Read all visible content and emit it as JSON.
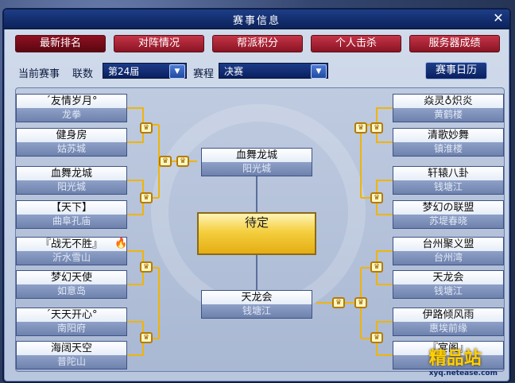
{
  "window": {
    "title": "赛事信息"
  },
  "tabs": [
    "最新排名",
    "对阵情况",
    "帮派积分",
    "个人击杀",
    "服务器成绩"
  ],
  "filters": {
    "current_label": "当前赛事",
    "league_label": "联数",
    "league_value": "第24届",
    "stage_label": "赛程",
    "stage_value": "决赛",
    "calendar_label": "赛事日历"
  },
  "left_teams": [
    {
      "name": "´友情岁月°",
      "server": "龙拳"
    },
    {
      "name": "健身房",
      "server": "姑苏城"
    },
    {
      "name": "血舞龙城",
      "server": "阳光城"
    },
    {
      "name": "【天下】",
      "server": "曲阜孔庙"
    },
    {
      "name": "『战无不胜』",
      "server": "沂水雪山"
    },
    {
      "name": "梦幻天使",
      "server": "如意岛"
    },
    {
      "name": "´天天开心°",
      "server": "南阳府"
    },
    {
      "name": "海阔天空",
      "server": "普陀山"
    }
  ],
  "right_teams": [
    {
      "name": "焱灵♁炽炎",
      "server": "黄鹤楼"
    },
    {
      "name": "清歌妙舞",
      "server": "镇淮楼"
    },
    {
      "name": "轩辕八卦",
      "server": "钱塘江"
    },
    {
      "name": "梦幻の联盟",
      "server": "苏堤春晓"
    },
    {
      "name": "台州聚义盟",
      "server": "台州湾"
    },
    {
      "name": "天龙会",
      "server": "钱塘江"
    },
    {
      "name": "伊路倾风雨",
      "server": "惠埃前缘"
    },
    {
      "name": "『宴阁』",
      "server": "阳光亭"
    }
  ],
  "semifinal_top": {
    "name": "血舞龙城",
    "server": "阳光城"
  },
  "semifinal_bottom": {
    "name": "天龙会",
    "server": "钱塘江"
  },
  "final": {
    "status": "待定"
  },
  "watermark": {
    "text": "精品站",
    "url": "xyq.netease.com"
  },
  "colors": {
    "accent_red": "#c43447",
    "bracket_line": "#f0b40a",
    "navy": "#0c225a"
  }
}
